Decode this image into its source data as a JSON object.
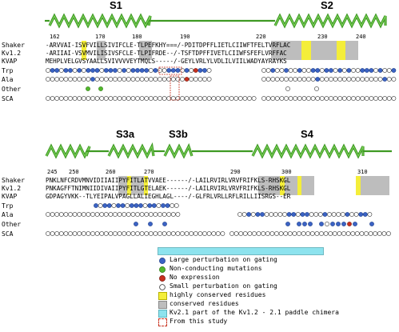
{
  "colors": {
    "helix": "#3f9a24",
    "large": "#3b63c4",
    "nonconducting": "#52b82c",
    "noexpression": "#c8301e",
    "highly_conserved": "#f4ee3a",
    "conserved": "#bdbdbd",
    "kv21": "#8de3ee",
    "from_study": "#c8301e"
  },
  "top": {
    "segments": [
      {
        "label": "S1"
      },
      {
        "label": "S2"
      }
    ],
    "positions": [
      "162",
      "170",
      "180",
      "190",
      "220",
      "230",
      "240"
    ],
    "rows": [
      {
        "label": "Shaker",
        "seq": "-ARVVAI-ISVFVILLSIVIFCLE-TLPEFKHY===/-PDITDPFFLIETLCIIWFTFELTVRFLAC"
      },
      {
        "label": "Kv1.2",
        "seq": "-ARIIAI-VSVMVILISIVSFCLE-TLPIFRDE--/-TSFTDPFFIVETLCIIWFSFEFLVRFFAC"
      },
      {
        "label": "KVAP",
        "seq": "MEHPLVELGVSYAALLSVIVVVVEYTMQLS-----/-GEYLVRLYLVDLILVIILWADYAYRAYKS"
      },
      {
        "label": "Trp",
        "seq": ""
      },
      {
        "label": "Ala",
        "seq": ""
      },
      {
        "label": "Other",
        "seq": ""
      },
      {
        "label": "SCA",
        "seq": ""
      }
    ]
  },
  "bottom": {
    "segments": [
      {
        "label": "S3a"
      },
      {
        "label": "S3b"
      },
      {
        "label": "S4"
      }
    ],
    "positions": [
      "245",
      "250",
      "260",
      "270",
      "290",
      "300",
      "310"
    ],
    "rows": [
      {
        "label": "Shaker",
        "seq": "PNKLNFCRDVMNVIDIIAIIPYFITLATVVAEE------/-LAILRVIRLVRVFRIFKLS-RHSKGL"
      },
      {
        "label": "Kv1.2",
        "seq": "PNKAGFFTNIMNIIDIVAIIPYFITLGTELAEK------/-LAILRVIRLVRVFRIFKLS-RHSKGL"
      },
      {
        "label": "KVAP",
        "seq": "GDPAGYVKK--TLYEIPALVPAGLLALIEGHLAGL----/-GLFRLVRLLRFLRILLIISRGS--ER"
      },
      {
        "label": "Trp",
        "seq": ""
      },
      {
        "label": "Ala",
        "seq": ""
      },
      {
        "label": "Other",
        "seq": ""
      },
      {
        "label": "SCA",
        "seq": ""
      }
    ]
  },
  "legend": [
    {
      "key": "large",
      "label": "Large perturbation on gating"
    },
    {
      "key": "nonconducting",
      "label": "Non-conducting mutations"
    },
    {
      "key": "noexpression",
      "label": "No expression"
    },
    {
      "key": "small",
      "label": "Small perturbation on gating"
    },
    {
      "key": "highly_conserved",
      "label": "highly conserved residues"
    },
    {
      "key": "conserved",
      "label": "conserved residues"
    },
    {
      "key": "kv21",
      "label": "Kv2.1 part of the Kv1.2 - 2.1 paddle chimera"
    },
    {
      "key": "from_study",
      "label": "From this study"
    }
  ]
}
